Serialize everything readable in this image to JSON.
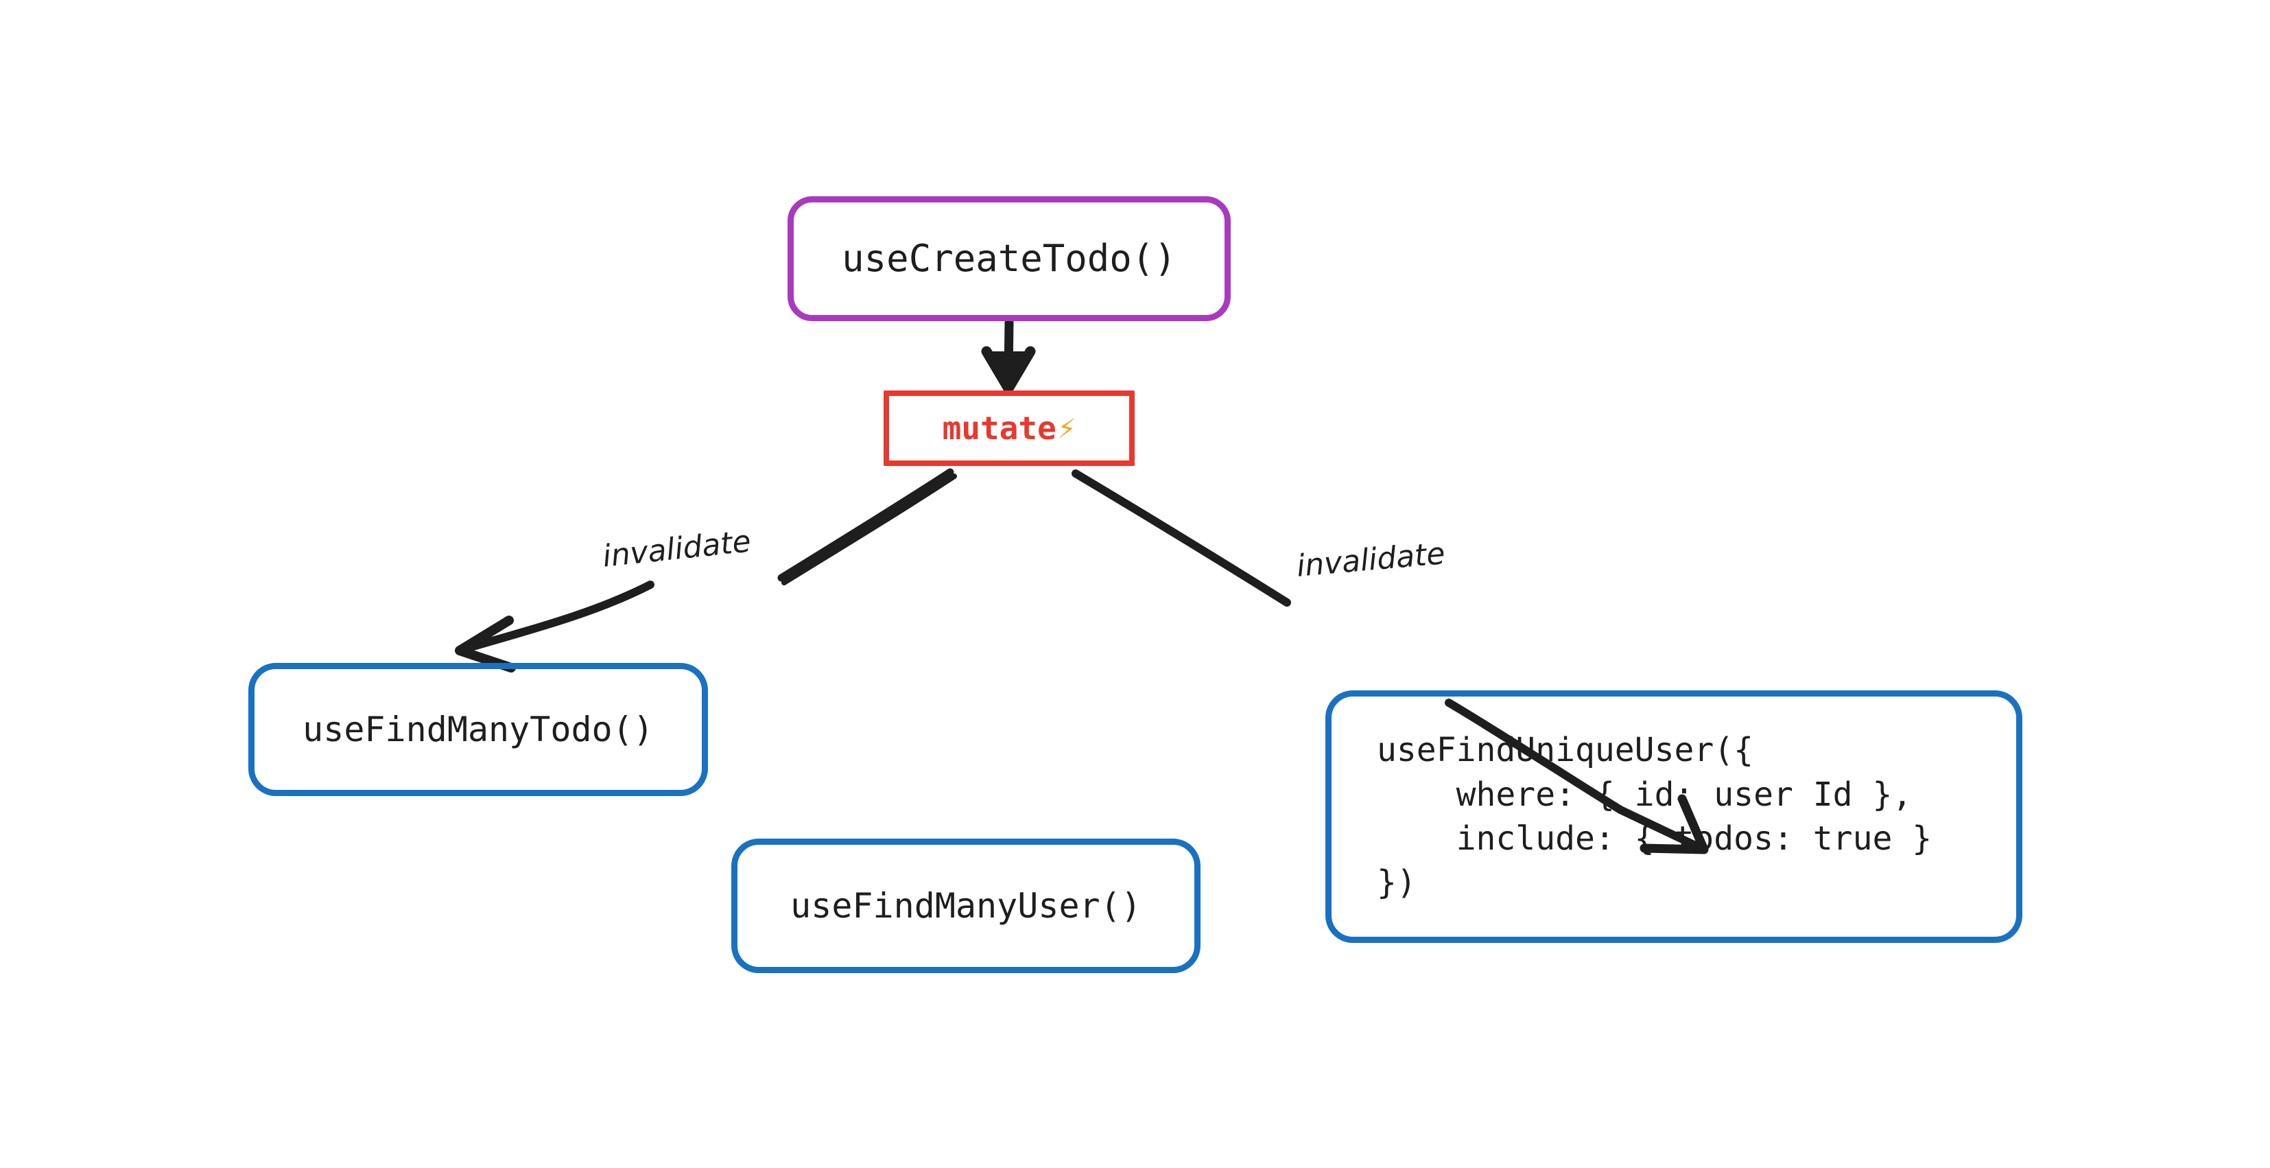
{
  "diagram": {
    "background": "#ffffff",
    "style": "hand-drawn",
    "nodes": [
      {
        "id": "create-todo",
        "label": "useCreateTodo()",
        "color": "#a93ac0",
        "shape": "rounded-rect"
      },
      {
        "id": "mutate",
        "label": "mutate",
        "icon": "lightning-bolt-icon",
        "icon_glyph": "⚡",
        "color": "#e8382f",
        "shape": "rect"
      },
      {
        "id": "find-many-todo",
        "label": "useFindManyTodo()",
        "color": "#1971c2",
        "shape": "rounded-rect"
      },
      {
        "id": "find-many-user",
        "label": "useFindManyUser()",
        "color": "#1971c2",
        "shape": "rounded-rect"
      },
      {
        "id": "find-unique-user",
        "label": "useFindUniqueUser({\n    where: { id: user Id },\n    include: { todos: true }\n})",
        "color": "#1971c2",
        "shape": "rounded-rect"
      }
    ],
    "edges": [
      {
        "id": "create-to-mutate",
        "from": "create-todo",
        "to": "mutate",
        "label": ""
      },
      {
        "id": "mutate-to-find-many-todo",
        "from": "mutate",
        "to": "find-many-todo",
        "label": "invalidate"
      },
      {
        "id": "mutate-to-find-unique-user",
        "from": "mutate",
        "to": "find-unique-user",
        "label": "invalidate"
      }
    ],
    "edge_color": "#1e1e1e",
    "text_color": "#1e1e1e"
  }
}
